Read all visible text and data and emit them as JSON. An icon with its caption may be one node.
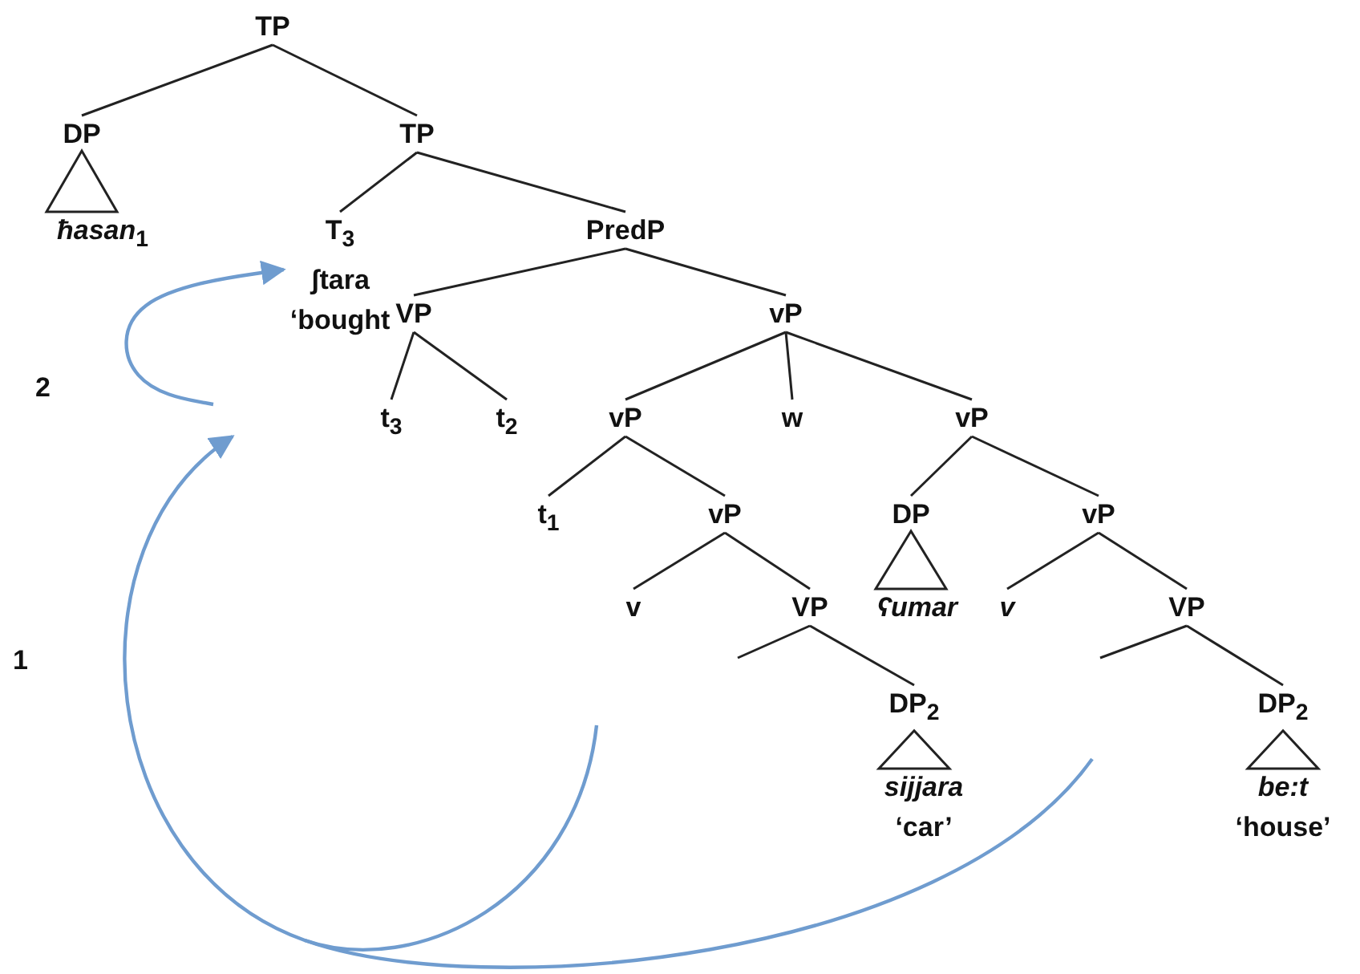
{
  "diagram": {
    "nodes": [
      {
        "text": [
          "TP"
        ]
      },
      {
        "text": [
          "DP"
        ]
      },
      {
        "text": [
          "TP"
        ]
      },
      {
        "text": [
          "*ħasan*$_{1}$"
        ]
      },
      {
        "text": [
          "T$_{3}$",
          "ʃtara",
          "‘bought"
        ]
      },
      {
        "text": [
          "PredP"
        ]
      },
      {
        "text": [
          "VP"
        ]
      },
      {
        "text": [
          "vP"
        ]
      },
      {
        "text": [
          "t$_{3}$"
        ]
      },
      {
        "text": [
          "t$_{2}$"
        ]
      },
      {
        "text": [
          "vP"
        ]
      },
      {
        "text": [
          "w"
        ]
      },
      {
        "text": [
          "vP"
        ]
      },
      {
        "text": [
          "t$_{1}$"
        ]
      },
      {
        "text": [
          "vP"
        ]
      },
      {
        "text": [
          "DP"
        ]
      },
      {
        "text": [
          "vP"
        ]
      },
      {
        "text": [
          "v"
        ]
      },
      {
        "text": [
          "VP"
        ]
      },
      {
        "text": [
          "*ʕumar*"
        ]
      },
      {
        "text": [
          "*v*"
        ]
      },
      {
        "text": [
          "VP"
        ]
      },
      {
        "text": [
          "DP$_{2}$"
        ]
      },
      {
        "text": [
          "DP$_{2}$"
        ]
      },
      {
        "text": [
          "*sijjara*",
          "‘car’"
        ]
      },
      {
        "text": [
          "*be:t*",
          "‘house’"
        ]
      }
    ],
    "edges": [
      {
        "from": 0,
        "to": 1,
        "arrow": "none"
      },
      {
        "from": 0,
        "to": 2,
        "arrow": "none"
      },
      {
        "from": 1,
        "to": 3,
        "arrow": "none"
      },
      {
        "from": 2,
        "to": 4,
        "arrow": "none"
      },
      {
        "from": 2,
        "to": 5,
        "arrow": "none"
      },
      {
        "from": 5,
        "to": 6,
        "arrow": "none"
      },
      {
        "from": 5,
        "to": 7,
        "arrow": "none"
      },
      {
        "from": 6,
        "to": 8,
        "arrow": "none"
      },
      {
        "from": 6,
        "to": 9,
        "arrow": "none"
      },
      {
        "from": 7,
        "to": 10,
        "arrow": "none"
      },
      {
        "from": 7,
        "to": 11,
        "arrow": "none"
      },
      {
        "from": 7,
        "to": 12,
        "arrow": "none"
      },
      {
        "from": 10,
        "to": 13,
        "arrow": "none"
      },
      {
        "from": 10,
        "to": 14,
        "arrow": "none"
      },
      {
        "from": 12,
        "to": 15,
        "arrow": "none"
      },
      {
        "from": 12,
        "to": 16,
        "arrow": "none"
      },
      {
        "from": 14,
        "to": 17,
        "arrow": "none"
      },
      {
        "from": 14,
        "to": 18,
        "arrow": "none"
      },
      {
        "from": 15,
        "to": 19,
        "arrow": "none"
      },
      {
        "from": 16,
        "to": 20,
        "arrow": "none"
      },
      {
        "from": 16,
        "to": 21,
        "arrow": "none"
      },
      {
        "from": 18,
        "to": null,
        "arrow": "none"
      },
      {
        "from": 18,
        "to": 22,
        "arrow": "none"
      },
      {
        "from": 21,
        "to": null,
        "arrow": "none"
      },
      {
        "from": 21,
        "to": 23,
        "arrow": "none"
      },
      {
        "from": 22,
        "to": 24,
        "arrow": "none"
      },
      {
        "from": 23,
        "to": 25,
        "arrow": "none"
      },
      {
        "from": null,
        "to": 4,
        "arrow": "to",
        "color": "#6f9ccf"
      }
    ],
    "labels": [
      "2",
      "1"
    ]
  }
}
